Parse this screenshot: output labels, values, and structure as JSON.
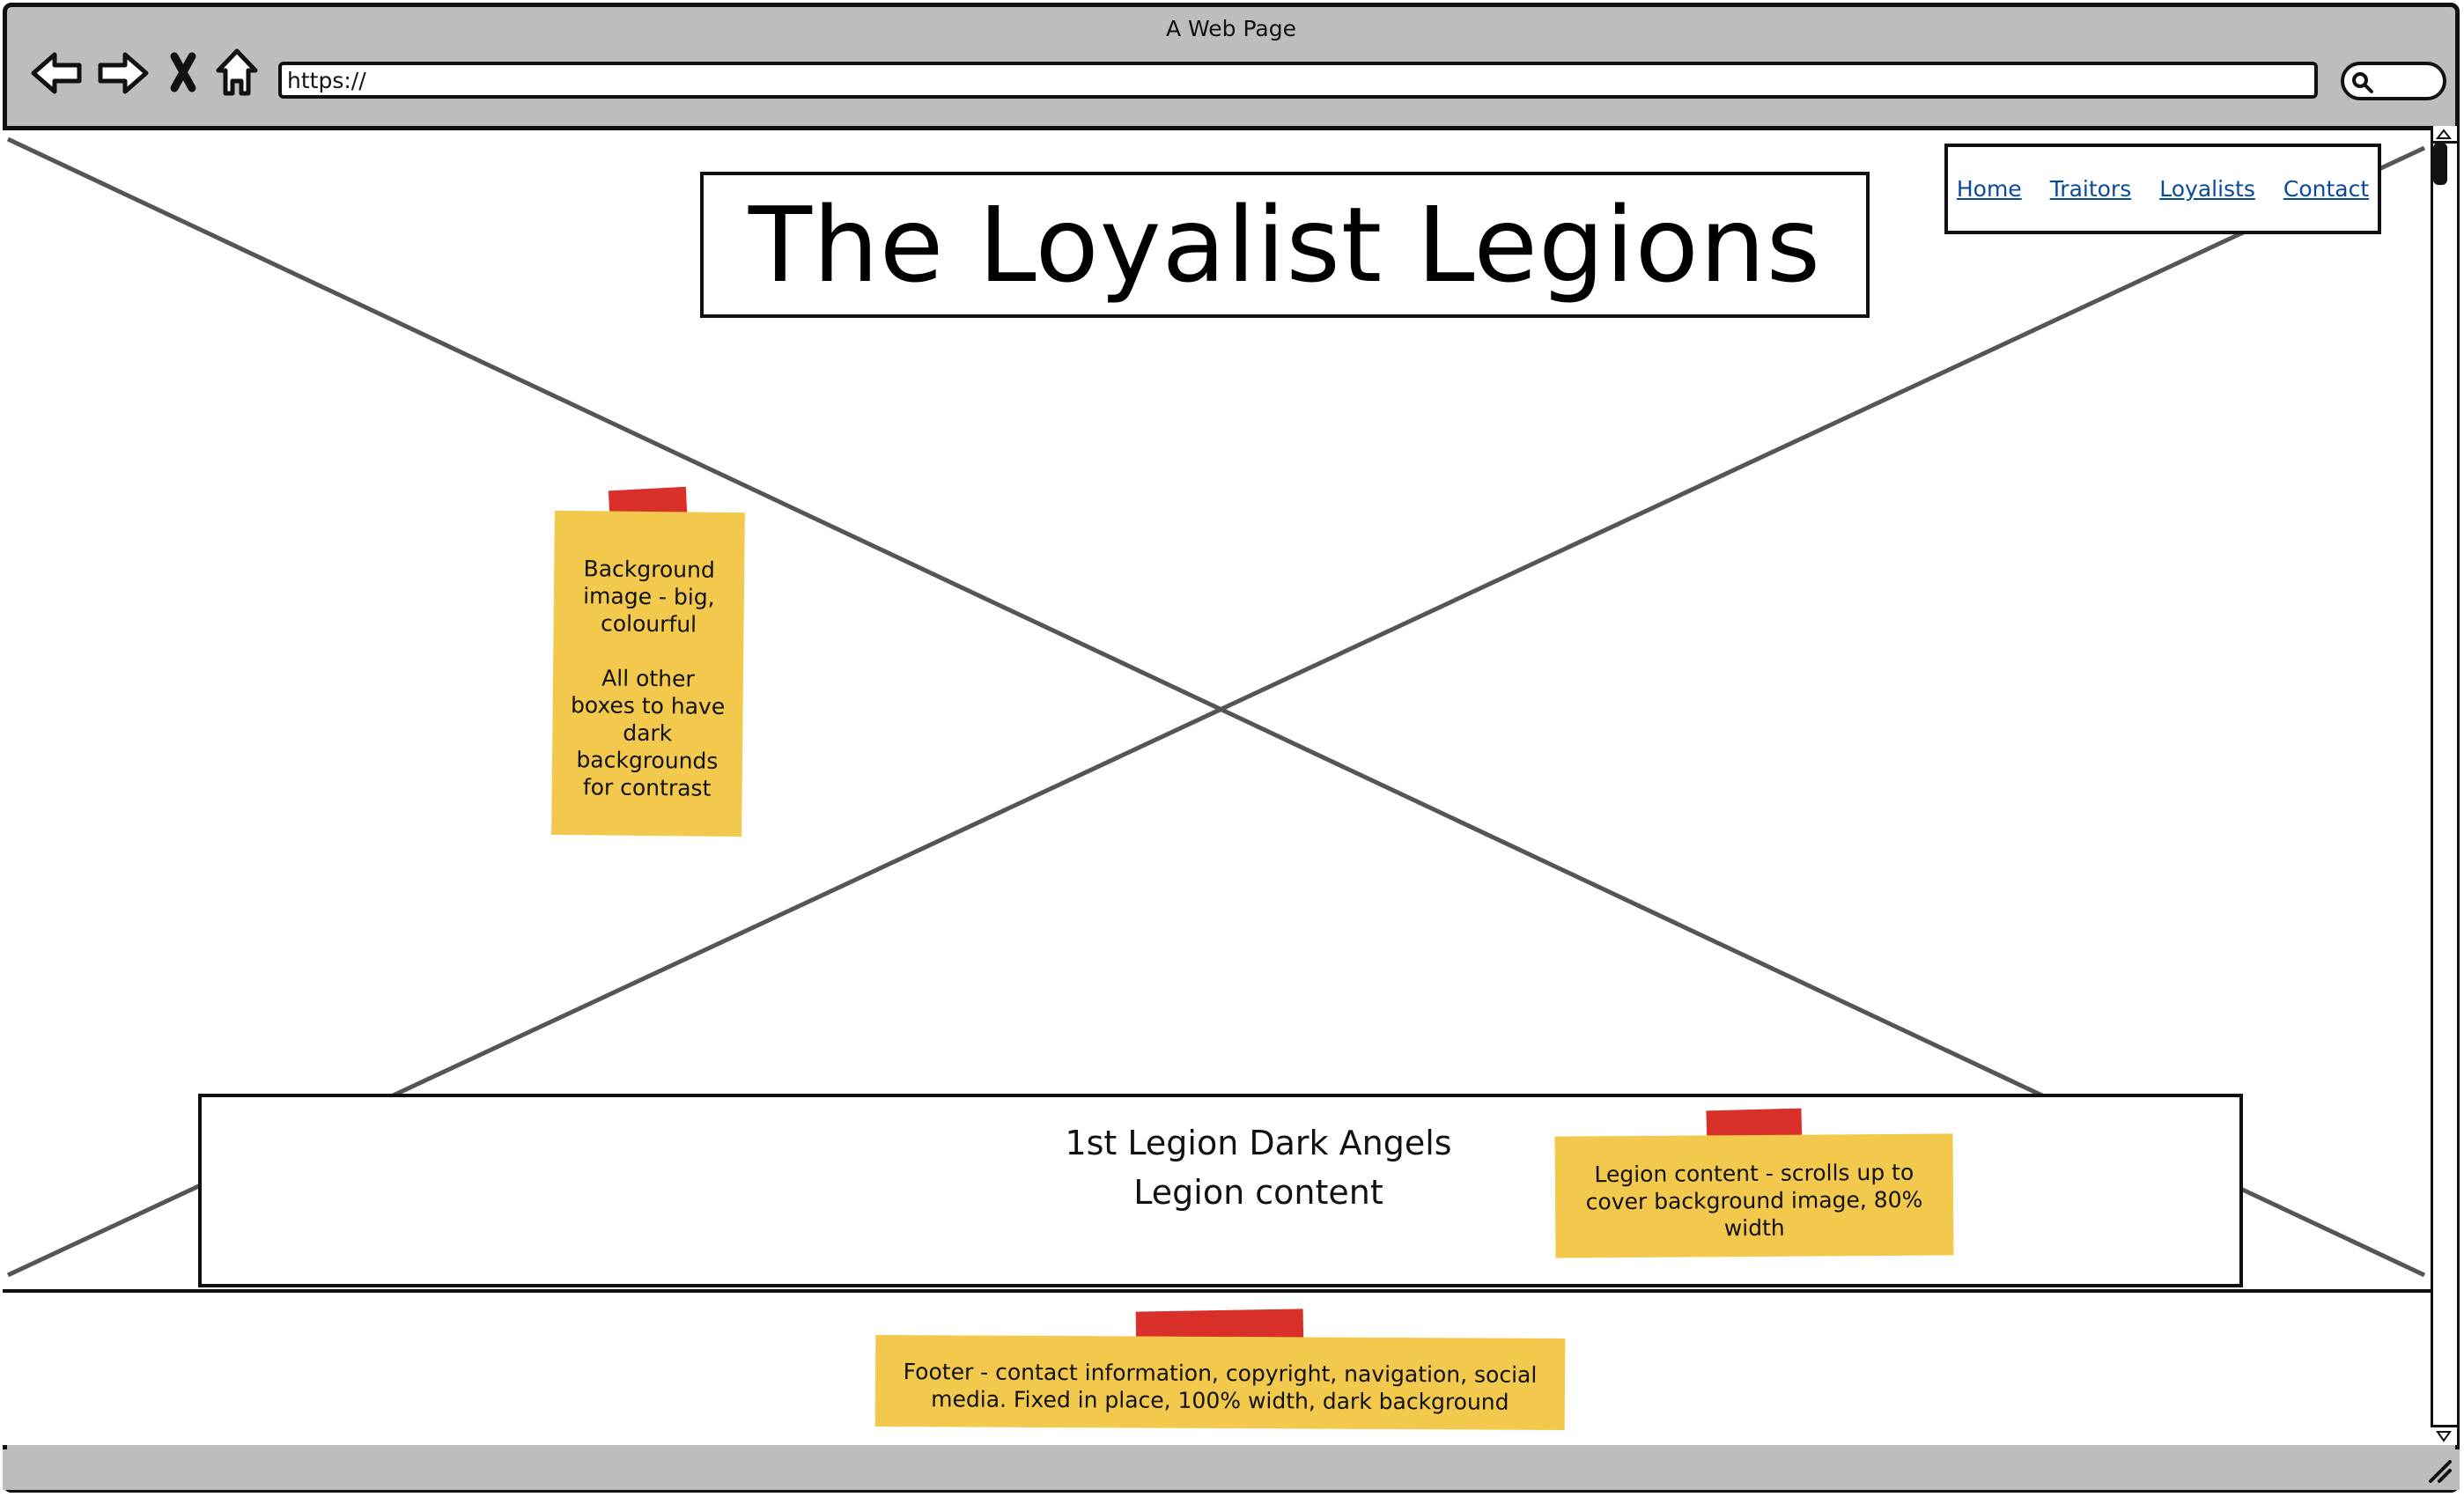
{
  "window": {
    "title": "A Web Page",
    "url": "https://"
  },
  "page": {
    "title": "The Loyalist Legions",
    "nav": [
      {
        "label": "Home"
      },
      {
        "label": "Traitors"
      },
      {
        "label": "Loyalists"
      },
      {
        "label": "Contact"
      }
    ],
    "legion": {
      "name": "1st Legion Dark Angels",
      "content": "Legion content"
    }
  },
  "notes": {
    "background": "Background\nimage - big,\ncolourful\n\nAll other\nboxes to have\ndark\nbackgrounds\nfor contrast",
    "legion": "Legion content - scrolls up to\ncover background image, 80%\nwidth",
    "footer": "Footer - contact information, copyright, navigation, social\nmedia. Fixed in place, 100% width, dark background"
  },
  "icons": [
    "back-arrow-icon",
    "forward-arrow-icon",
    "close-x-icon",
    "home-icon",
    "search-icon",
    "resize-handle-icon"
  ],
  "colors": {
    "sticky_note": "#f2c94c",
    "tape": "#d9302a",
    "link": "#0a4a9a",
    "chrome": "#bdbdbd"
  }
}
